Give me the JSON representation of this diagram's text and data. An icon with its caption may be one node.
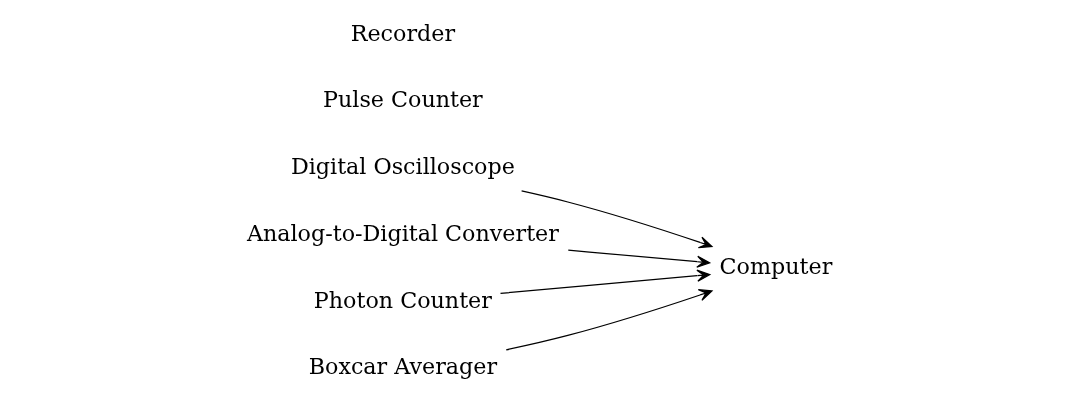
{
  "diagram": {
    "nodes": [
      {
        "text": [
          "Digital Oscilloscope"
        ]
      },
      {
        "text": [
          "Analog-to-Digital Converter"
        ]
      },
      {
        "text": [
          "Photon Counter"
        ]
      },
      {
        "text": [
          "Boxcar Averager"
        ]
      },
      {
        "text": [
          "Computer"
        ]
      }
    ],
    "edges": [
      {
        "from": 0,
        "to": 4,
        "arrow": "to"
      },
      {
        "from": 1,
        "to": 4,
        "arrow": "to"
      },
      {
        "from": 2,
        "to": 4,
        "arrow": "to"
      },
      {
        "from": 3,
        "to": 4,
        "arrow": "to"
      }
    ],
    "labels": [
      "Pulse Counter",
      "Recorder"
    ]
  }
}
